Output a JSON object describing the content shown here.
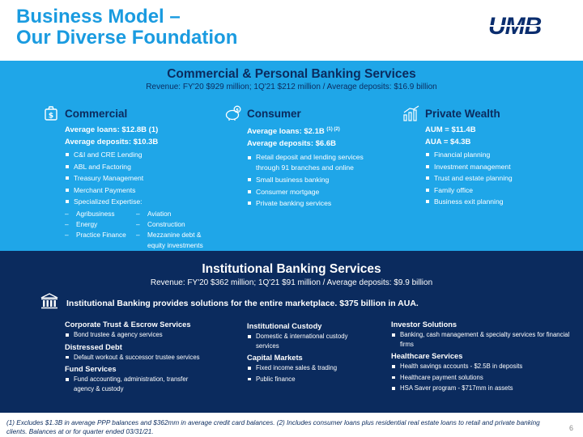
{
  "header": {
    "title_line1": "Business Model –",
    "title_line2": "Our Diverse Foundation",
    "logo_text": "UMB"
  },
  "commercial_personal": {
    "title": "Commercial & Personal Banking Services",
    "subtitle": "Revenue: FY'20 $929 million; 1Q'21 $212 million / Average deposits: $16.9 billion",
    "commercial": {
      "title": "Commercial",
      "kv": [
        "Average loans: $12.8B (1)",
        "Average deposits: $10.3B"
      ],
      "bullets": [
        "C&I and CRE Lending",
        "ABL and Factoring",
        "Treasury Management",
        "Merchant Payments",
        "Specialized Expertise:"
      ],
      "expertise_left": [
        "Agribusiness",
        "Energy",
        "Practice Finance"
      ],
      "expertise_right": [
        "Aviation",
        "Construction",
        "Mezzanine debt & equity investments"
      ]
    },
    "consumer": {
      "title": "Consumer",
      "kv1": "Average loans: $2.1B",
      "kv1_sup": "(1) (2)",
      "kv2": "Average deposits: $6.6B",
      "bullets": [
        "Retail deposit and lending services through 91 branches and online",
        "Small business banking",
        "Consumer mortgage",
        "Private banking services"
      ]
    },
    "private_wealth": {
      "title": "Private Wealth",
      "kv": [
        "AUM = $11.4B",
        "AUA = $4.3B"
      ],
      "bullets": [
        "Financial planning",
        "Investment management",
        "Trust and estate planning",
        "Family office",
        "Business exit planning"
      ]
    }
  },
  "institutional": {
    "title": "Institutional Banking Services",
    "subtitle": "Revenue: FY'20 $362 million; 1Q'21 $91 million / Average deposits: $9.9 billion",
    "tagline": "Institutional Banking provides solutions for the entire marketplace. $375 billion in AUA.",
    "col1": [
      {
        "head": "Corporate Trust & Escrow Services",
        "bullets": [
          "Bond trustee & agency services"
        ]
      },
      {
        "head": "Distressed Debt",
        "bullets": [
          "Default workout & successor trustee services"
        ]
      },
      {
        "head": "Fund Services",
        "bullets": [
          "Fund accounting, administration, transfer agency & custody"
        ]
      }
    ],
    "col2": [
      {
        "head": "Institutional Custody",
        "bullets": [
          "Domestic & international custody services"
        ]
      },
      {
        "head": "Capital Markets",
        "bullets": [
          "Fixed income sales & trading",
          "Public finance"
        ]
      }
    ],
    "col3": [
      {
        "head": "Investor Solutions",
        "bullets": [
          "Banking, cash management & specialty services for financial firms"
        ]
      },
      {
        "head": "Healthcare Services",
        "bullets": [
          "Health savings accounts - $2.5B in deposits",
          "Healthcare payment solutions",
          "HSA Saver program - $717mm in assets"
        ]
      }
    ]
  },
  "footer": {
    "note": "(1) Excludes $1.3B in average PPP balances and $362mm in average credit card balances. (2) Includes consumer loans plus residential real estate loans to retail and private banking clients. Balances at or for quarter ended 03/31/21.",
    "page_number": "6"
  }
}
